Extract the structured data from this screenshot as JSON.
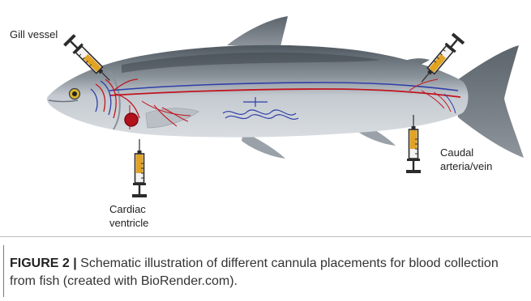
{
  "labels": {
    "gill_vessel": "Gill vessel",
    "caudal": "Caudal\narteria/vein",
    "cardiac": "Cardiac\nventricle"
  },
  "caption": {
    "figure_label": "FIGURE 2 |",
    "text": " Schematic illustration of different cannula placements for blood collection from fish (created with BioRender.com)."
  },
  "colors": {
    "fish_back": "#5e6770",
    "fish_belly": "#c9ced4",
    "artery": "#c0141e",
    "vein": "#2e3ea8",
    "syringe_fluid": "#e2a323",
    "syringe_body": "#2b2b2b"
  }
}
